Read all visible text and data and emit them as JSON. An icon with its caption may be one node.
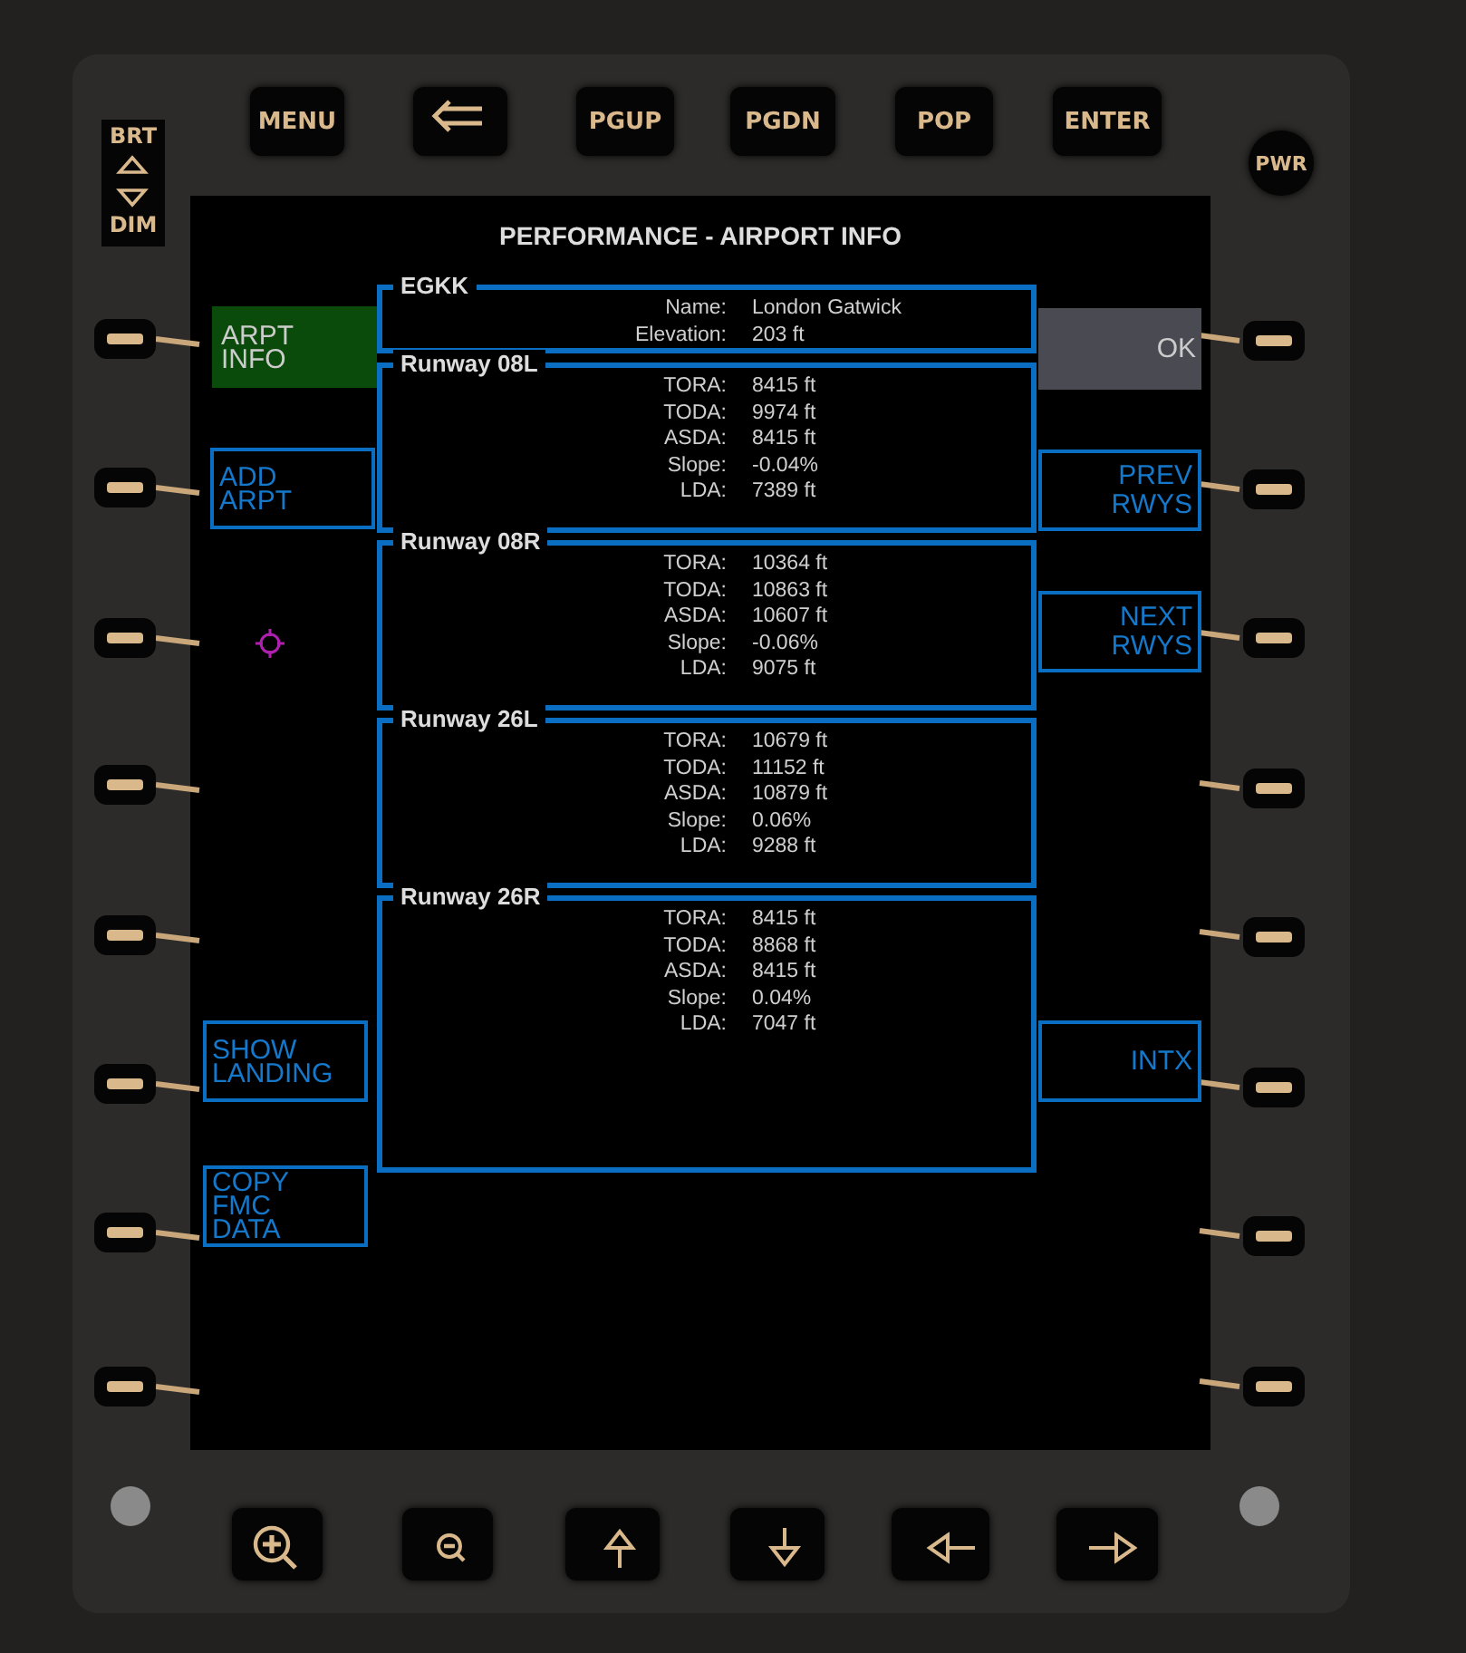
{
  "diagram": {
    "title": "PERFORMANCE - AIRPORT INFO",
    "nodes": [
      {
        "text": [
          "MENU"
        ]
      },
      {
        "text": [
          "PGUP"
        ]
      },
      {
        "text": [
          "PGDN"
        ]
      },
      {
        "text": [
          "POP"
        ]
      },
      {
        "text": [
          "ENTER"
        ]
      },
      {
        "text": [
          "BRT",
          "DIM"
        ]
      },
      {
        "text": [
          "PWR"
        ]
      },
      {
        "text": [
          "ARPT INFO"
        ]
      },
      {
        "text": [
          "OK"
        ]
      },
      {
        "text": [
          "ADD ARPT"
        ]
      },
      {
        "text": [
          "PREV RWYS"
        ]
      },
      {
        "text": [
          "NEXT RWYS"
        ]
      },
      {
        "text": [
          "SHOW LANDING"
        ]
      },
      {
        "text": [
          "INTX"
        ]
      },
      {
        "text": [
          "COPY FMC DATA"
        ]
      },
      {
        "text": [
          "EGKK",
          "Name:",
          "London Gatwick",
          "Elevation:",
          "203 ft"
        ]
      },
      {
        "text": [
          "Runway 08L",
          "TORA:",
          "8415 ft",
          "TODA:",
          "9974 ft",
          "ASDA:",
          "8415 ft",
          "Slope:",
          "-0.04%",
          "LDA:",
          "7389 ft"
        ]
      },
      {
        "text": [
          "Runway 08R",
          "TORA:",
          "10364 ft",
          "TODA:",
          "10863 ft",
          "ASDA:",
          "10607 ft",
          "Slope:",
          "-0.06%",
          "LDA:",
          "9075 ft"
        ]
      },
      {
        "text": [
          "Runway 26L",
          "TORA:",
          "10679 ft",
          "TODA:",
          "11152 ft",
          "ASDA:",
          "10879 ft",
          "Slope:",
          "0.06%",
          "LDA:",
          "9288 ft"
        ]
      },
      {
        "text": [
          "Runway 26R",
          "TORA:",
          "8415 ft",
          "TODA:",
          "8868 ft",
          "ASDA:",
          "8415 ft",
          "Slope:",
          "0.04%",
          "LDA:",
          "7047 ft"
        ]
      },
      {
        "text": [],
        "shape": "box"
      },
      {
        "text": [],
        "shape": "box"
      },
      {
        "text": [],
        "shape": "box"
      },
      {
        "text": [],
        "shape": "box"
      },
      {
        "text": [],
        "shape": "box"
      },
      {
        "text": [],
        "shape": "box"
      },
      {
        "text": [],
        "shape": "box"
      }
    ]
  }
}
